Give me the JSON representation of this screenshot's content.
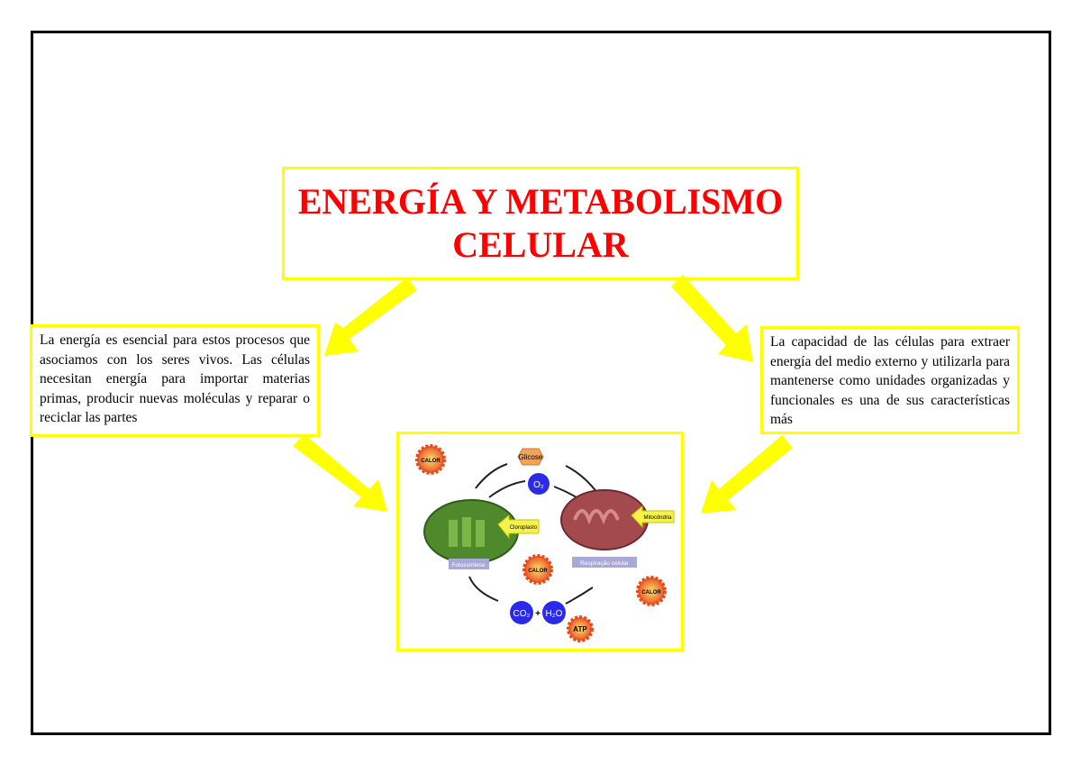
{
  "title": {
    "line1": "ENERGÍA Y METABOLISMO",
    "line2": "CELULAR"
  },
  "left_text": "La energía es esencial para estos procesos que asociamos con los seres vivos. Las células necesitan energía para importar materias primas, producir nuevas moléculas y reparar o reciclar las partes",
  "right_text": "La capacidad de las células para extraer energía del medio externo y utilizarla para mantenerse como unidades organizadas y funcionales es una de sus características más",
  "diagram": {
    "calor": "CALOR",
    "glicose": "Glicose",
    "o2": "O₂",
    "cloroplasto": "Cloroplasto",
    "mitocondria": "Mitocôndria",
    "fotossintese": "Fotossíntese",
    "respiracao": "Respiração celular",
    "co2": "CO₂",
    "plus": "+",
    "h2o": "H₂O",
    "atp": "ATP"
  },
  "colors": {
    "accent_yellow": "#ffff00",
    "title_red": "#ff0000"
  }
}
